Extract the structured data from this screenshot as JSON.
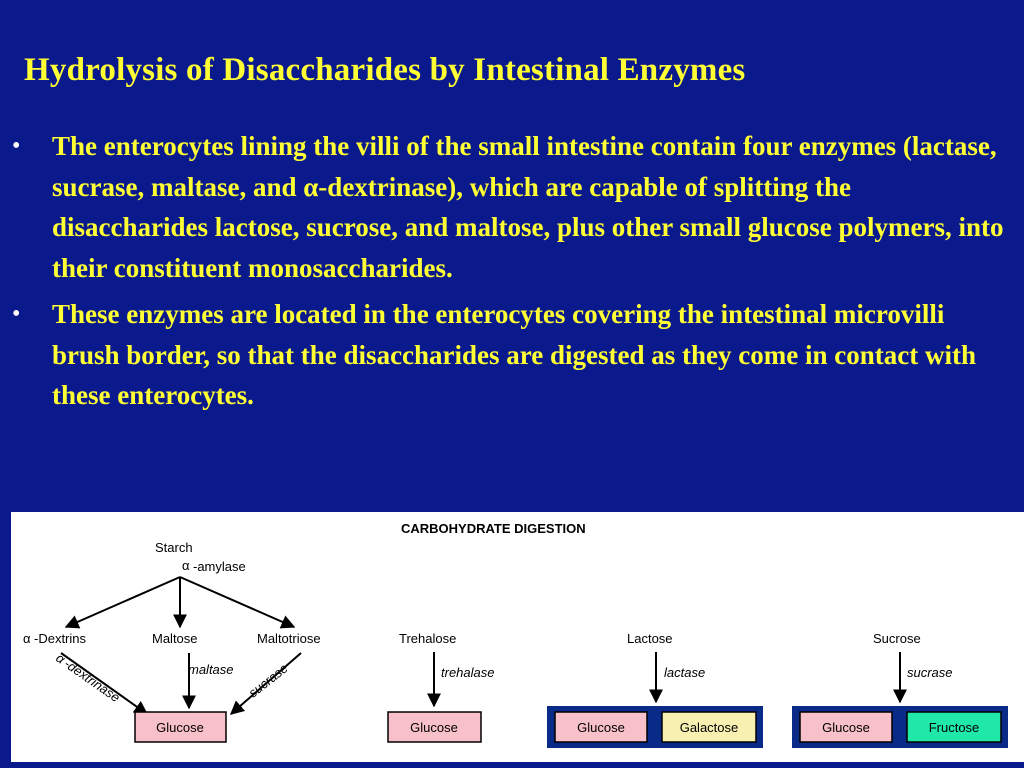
{
  "slide": {
    "title": "Hydrolysis of Disaccharides by Intestinal Enzymes",
    "bullet_symbol": "•",
    "bullets": [
      "The enterocytes lining the villi of the small intestine contain four enzymes (lactase, sucrase, maltase, and α-dextrinase), which are capable of splitting the disaccharides lactose, sucrose, and maltose, plus other small glucose polymers, into their constituent monosaccharides.",
      "These enzymes are located in the enterocytes covering the intestinal microvilli brush border, so that the disaccharides are digested as they come in contact with these enterocytes."
    ]
  },
  "diagram": {
    "title": "CARBOHYDRATE DIGESTION",
    "starch": "Starch",
    "alpha_symbol": "α",
    "amylase": "-amylase",
    "dextrins": "-Dextrins",
    "maltose": "Maltose",
    "maltotriose": "Maltotriose",
    "dextrinase": "-dextrinase",
    "maltase": "maltase",
    "sucrase_left": "sucrase",
    "glucose_1": "Glucose",
    "trehalose": "Trehalose",
    "trehalase": "trehalase",
    "glucose_2": "Glucose",
    "lactose": "Lactose",
    "lactase": "lactase",
    "glucose_3": "Glucose",
    "galactose": "Galactose",
    "sucrose": "Sucrose",
    "sucrase_right": "sucrase",
    "glucose_4": "Glucose",
    "fructose": "Fructose",
    "colors": {
      "glucose_box": "#f8c0c8",
      "galactose_box": "#f8f0b0",
      "fructose_box": "#20e8a8",
      "group_frame": "#0a2a88"
    }
  }
}
